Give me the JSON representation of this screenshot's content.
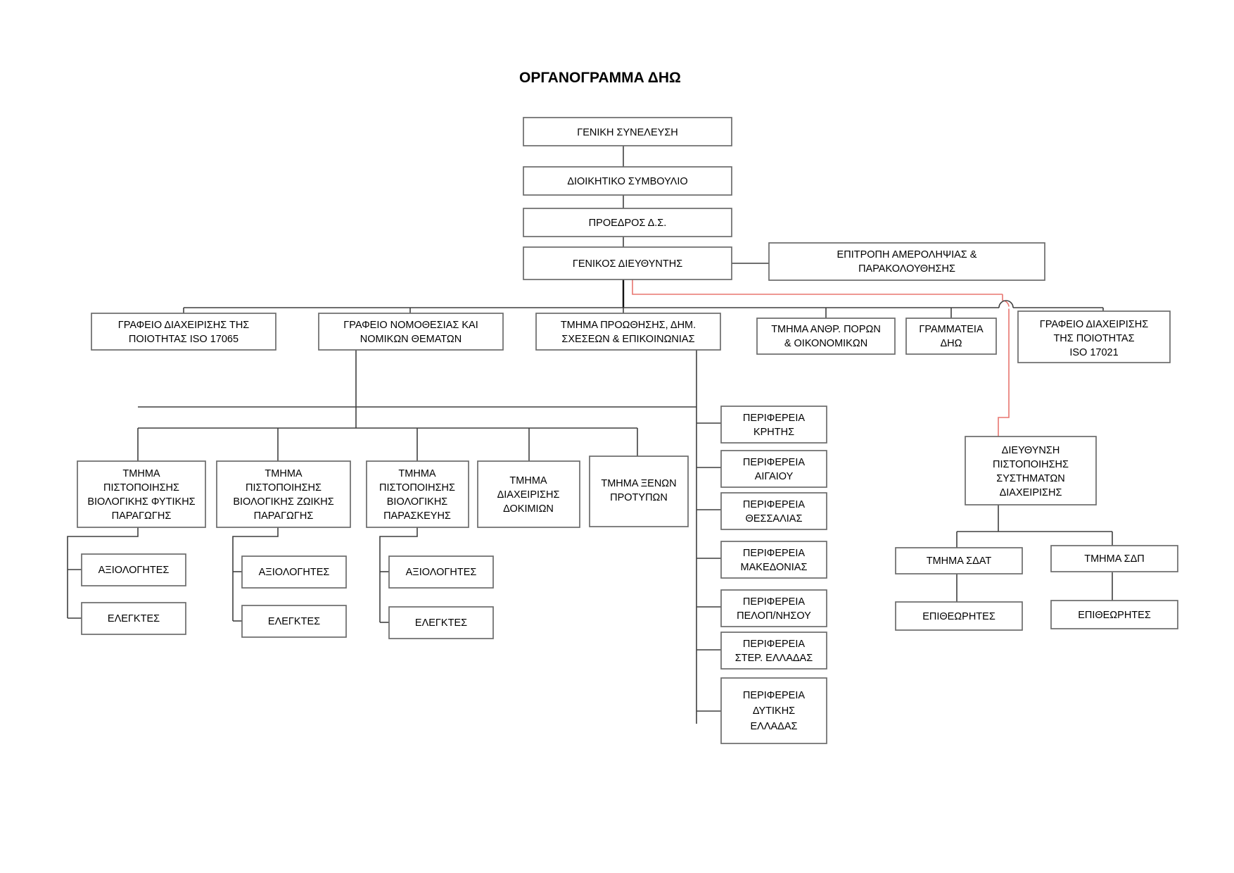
{
  "title": "ΟΡΓΑΝΟΓΡΑΜΜΑ ΔΗΩ",
  "colors": {
    "box_border": "#6b6b6b",
    "link": "#3f3f3f",
    "link_red": "#e8756f",
    "background": "#ffffff",
    "text": "#000000"
  },
  "nodes": {
    "general_assembly": {
      "lines": [
        "ΓΕΝΙΚΗ ΣΥΝΕΛΕΥΣΗ"
      ]
    },
    "board": {
      "lines": [
        "ΔΙΟΙΚΗΤΙΚΟ ΣΥΜΒΟΥΛΙΟ"
      ]
    },
    "president": {
      "lines": [
        "ΠΡΟΕΔΡΟΣ Δ.Σ."
      ]
    },
    "general_director": {
      "lines": [
        "ΓΕΝΙΚΟΣ ΔΙΕΥΘΥΝΤΗΣ"
      ]
    },
    "impartiality_committee": {
      "lines": [
        "ΕΠΙΤΡΟΠΗ ΑΜΕΡΟΛΗΨΙΑΣ &",
        "ΠΑΡΑΚΟΛΟΥΘΗΣΗΣ"
      ]
    },
    "quality_17065": {
      "lines": [
        "ΓΡΑΦΕΙΟ ΔΙΑΧΕΙΡΙΣΗΣ ΤΗΣ",
        "ΠΟΙΟΤΗΤΑΣ ISO 17065"
      ]
    },
    "legal_office": {
      "lines": [
        "ΓΡΑΦΕΙΟ ΝΟΜΟΘΕΣΙΑΣ ΚΑΙ",
        "ΝΟΜΙΚΩΝ ΘΕΜΑΤΩΝ"
      ]
    },
    "promotion_dept": {
      "lines": [
        "ΤΜΗΜΑ ΠΡΟΩΘΗΣΗΣ, ΔΗΜ.",
        "ΣΧΕΣΕΩΝ & ΕΠΙΚΟΙΝΩΝΙΑΣ"
      ]
    },
    "hr_finance_dept": {
      "lines": [
        "ΤΜΗΜΑ  ΑΝΘΡ. ΠΟΡΩΝ",
        "& ΟΙΚΟΝΟΜΙΚΩΝ"
      ]
    },
    "secretariat": {
      "lines": [
        "ΓΡΑΜΜΑΤΕΙΑ",
        "ΔΗΩ"
      ]
    },
    "quality_17021": {
      "lines": [
        "ΓΡΑΦΕΙΟ ΔΙΑΧΕΙΡΙΣΗΣ",
        "ΤΗΣ ΠΟΙΟΤΗΤΑΣ",
        "ISO 17021"
      ]
    },
    "cert_plant": {
      "lines": [
        "ΤΜΗΜΑ",
        "ΠΙΣΤΟΠΟΙΗΣΗΣ",
        "ΒΙΟΛΟΓΙΚΗΣ ΦΥΤΙΚΗΣ",
        "ΠΑΡΑΓΩΓΗΣ"
      ]
    },
    "cert_animal": {
      "lines": [
        "ΤΜΗΜΑ",
        "ΠΙΣΤΟΠΟΙΗΣΗΣ",
        "ΒΙΟΛΟΓΙΚΗΣ ΖΩΙΚΗΣ",
        "ΠΑΡΑΓΩΓΗΣ"
      ]
    },
    "cert_prep": {
      "lines": [
        "ΤΜΗΜΑ",
        "ΠΙΣΤΟΠΟΙΗΣΗΣ",
        "ΒΙΟΛΟΓΙΚΗΣ",
        "ΠΑΡΑΣΚΕΥΗΣ"
      ]
    },
    "samples_dept": {
      "lines": [
        "ΤΜΗΜΑ",
        "ΔΙΑΧΕΙΡΙΣΗΣ",
        "ΔΟΚΙΜΙΩΝ"
      ]
    },
    "foreign_standards": {
      "lines": [
        "ΤΜΗΜΑ ΞΕΝΩΝ",
        "ΠΡΟΤΥΠΩΝ"
      ]
    },
    "evaluators_1": {
      "lines": [
        "ΑΞΙΟΛΟΓΗΤΕΣ"
      ]
    },
    "inspectors_1": {
      "lines": [
        "ΕΛΕΓΚΤΕΣ"
      ]
    },
    "evaluators_2": {
      "lines": [
        "ΑΞΙΟΛΟΓΗΤΕΣ"
      ]
    },
    "inspectors_2": {
      "lines": [
        "ΕΛΕΓΚΤΕΣ"
      ]
    },
    "evaluators_3": {
      "lines": [
        "ΑΞΙΟΛΟΓΗΤΕΣ"
      ]
    },
    "inspectors_3": {
      "lines": [
        "ΕΛΕΓΚΤΕΣ"
      ]
    },
    "region_crete": {
      "lines": [
        "ΠΕΡΙΦΕΡΕΙΑ",
        "ΚΡΗΤΗΣ"
      ]
    },
    "region_aegean": {
      "lines": [
        "ΠΕΡΙΦΕΡΕΙΑ",
        "ΑΙΓΑΙΟΥ"
      ]
    },
    "region_thessaly": {
      "lines": [
        "ΠΕΡΙΦΕΡΕΙΑ",
        "ΘΕΣΣΑΛΙΑΣ"
      ]
    },
    "region_macedonia": {
      "lines": [
        "ΠΕΡΙΦΕΡΕΙΑ",
        "ΜΑΚΕΔΟΝΙΑΣ"
      ]
    },
    "region_peloponnese": {
      "lines": [
        "ΠΕΡΙΦΕΡΕΙΑ",
        "ΠΕΛΟΠ/ΝΗΣΟΥ"
      ]
    },
    "region_central_greece": {
      "lines": [
        "ΠΕΡΙΦΕΡΕΙΑ",
        "ΣΤΕΡ. ΕΛΛΑΔΑΣ"
      ]
    },
    "region_west_greece": {
      "lines": [
        "ΠΕΡΙΦΕΡΕΙΑ",
        "ΔΥΤΙΚΗΣ",
        "ΕΛΛΑΔΑΣ"
      ]
    },
    "mgmt_systems_dir": {
      "lines": [
        "ΔΙΕΥΘΥΝΣΗ",
        "ΠΙΣΤΟΠΟΙΗΣΗΣ",
        "ΣΥΣΤΗΜΑΤΩΝ",
        "ΔΙΑΧΕΙΡΙΣΗΣ"
      ]
    },
    "dept_sdat": {
      "lines": [
        "ΤΜΗΜΑ ΣΔΑΤ"
      ]
    },
    "dept_sdp": {
      "lines": [
        "ΤΜΗΜΑ ΣΔΠ"
      ]
    },
    "auditors_sdat": {
      "lines": [
        "ΕΠΙΘΕΩΡΗΤΕΣ"
      ]
    },
    "auditors_sdp": {
      "lines": [
        "ΕΠΙΘΕΩΡΗΤΕΣ"
      ]
    }
  },
  "chart_data": {
    "type": "diagram",
    "diagram_kind": "organizational-chart",
    "title": "ΟΡΓΑΝΟΓΡΑΜΜΑ ΔΗΩ",
    "hierarchy": [
      {
        "id": "general_assembly",
        "label": "ΓΕΝΙΚΗ ΣΥΝΕΛΕΥΣΗ",
        "level": 0,
        "parent": null
      },
      {
        "id": "board",
        "label": "ΔΙΟΙΚΗΤΙΚΟ ΣΥΜΒΟΥΛΙΟ",
        "level": 1,
        "parent": "general_assembly"
      },
      {
        "id": "president",
        "label": "ΠΡΟΕΔΡΟΣ Δ.Σ.",
        "level": 2,
        "parent": "board"
      },
      {
        "id": "general_director",
        "label": "ΓΕΝΙΚΟΣ ΔΙΕΥΘΥΝΤΗΣ",
        "level": 3,
        "parent": "president"
      },
      {
        "id": "impartiality_committee",
        "label": "ΕΠΙΤΡΟΠΗ ΑΜΕΡΟΛΗΨΙΑΣ & ΠΑΡΑΚΟΛΟΥΘΗΣΗΣ",
        "level": 3,
        "parent": "general_director",
        "relation": "lateral"
      },
      {
        "id": "quality_17065",
        "label": "ΓΡΑΦΕΙΟ ΔΙΑΧΕΙΡΙΣΗΣ ΤΗΣ ΠΟΙΟΤΗΤΑΣ ISO 17065",
        "level": 4,
        "parent": "general_director"
      },
      {
        "id": "legal_office",
        "label": "ΓΡΑΦΕΙΟ ΝΟΜΟΘΕΣΙΑΣ ΚΑΙ ΝΟΜΙΚΩΝ ΘΕΜΑΤΩΝ",
        "level": 4,
        "parent": "general_director"
      },
      {
        "id": "promotion_dept",
        "label": "ΤΜΗΜΑ ΠΡΟΩΘΗΣΗΣ, ΔΗΜ. ΣΧΕΣΕΩΝ & ΕΠΙΚΟΙΝΩΝΙΑΣ",
        "level": 4,
        "parent": "general_director"
      },
      {
        "id": "hr_finance_dept",
        "label": "ΤΜΗΜΑ  ΑΝΘΡ. ΠΟΡΩΝ & ΟΙΚΟΝΟΜΙΚΩΝ",
        "level": 4,
        "parent": "general_director"
      },
      {
        "id": "secretariat",
        "label": "ΓΡΑΜΜΑΤΕΙΑ ΔΗΩ",
        "level": 4,
        "parent": "general_director"
      },
      {
        "id": "quality_17021",
        "label": "ΓΡΑΦΕΙΟ ΔΙΑΧΕΙΡΙΣΗΣ ΤΗΣ ΠΟΙΟΤΗΤΑΣ ISO 17021",
        "level": 4,
        "parent": "general_director"
      },
      {
        "id": "cert_plant",
        "label": "ΤΜΗΜΑ ΠΙΣΤΟΠΟΙΗΣΗΣ ΒΙΟΛΟΓΙΚΗΣ ΦΥΤΙΚΗΣ ΠΑΡΑΓΩΓΗΣ",
        "level": 5,
        "parent": "legal_office"
      },
      {
        "id": "cert_animal",
        "label": "ΤΜΗΜΑ ΠΙΣΤΟΠΟΙΗΣΗΣ ΒΙΟΛΟΓΙΚΗΣ ΖΩΙΚΗΣ ΠΑΡΑΓΩΓΗΣ",
        "level": 5,
        "parent": "legal_office"
      },
      {
        "id": "cert_prep",
        "label": "ΤΜΗΜΑ ΠΙΣΤΟΠΟΙΗΣΗΣ ΒΙΟΛΟΓΙΚΗΣ ΠΑΡΑΣΚΕΥΗΣ",
        "level": 5,
        "parent": "legal_office"
      },
      {
        "id": "samples_dept",
        "label": "ΤΜΗΜΑ ΔΙΑΧΕΙΡΙΣΗΣ ΔΟΚΙΜΙΩΝ",
        "level": 5,
        "parent": "legal_office"
      },
      {
        "id": "foreign_standards",
        "label": "ΤΜΗΜΑ ΞΕΝΩΝ ΠΡΟΤΥΠΩΝ",
        "level": 5,
        "parent": "legal_office"
      },
      {
        "id": "evaluators_1",
        "label": "ΑΞΙΟΛΟΓΗΤΕΣ",
        "level": 6,
        "parent": "cert_plant"
      },
      {
        "id": "inspectors_1",
        "label": "ΕΛΕΓΚΤΕΣ",
        "level": 7,
        "parent": "cert_plant"
      },
      {
        "id": "evaluators_2",
        "label": "ΑΞΙΟΛΟΓΗΤΕΣ",
        "level": 6,
        "parent": "cert_animal"
      },
      {
        "id": "inspectors_2",
        "label": "ΕΛΕΓΚΤΕΣ",
        "level": 7,
        "parent": "cert_animal"
      },
      {
        "id": "evaluators_3",
        "label": "ΑΞΙΟΛΟΓΗΤΕΣ",
        "level": 6,
        "parent": "cert_prep"
      },
      {
        "id": "inspectors_3",
        "label": "ΕΛΕΓΚΤΕΣ",
        "level": 7,
        "parent": "cert_prep"
      },
      {
        "id": "region_crete",
        "label": "ΠΕΡΙΦΕΡΕΙΑ ΚΡΗΤΗΣ",
        "level": 5,
        "parent": "promotion_dept"
      },
      {
        "id": "region_aegean",
        "label": "ΠΕΡΙΦΕΡΕΙΑ ΑΙΓΑΙΟΥ",
        "level": 5,
        "parent": "promotion_dept"
      },
      {
        "id": "region_thessaly",
        "label": "ΠΕΡΙΦΕΡΕΙΑ ΘΕΣΣΑΛΙΑΣ",
        "level": 5,
        "parent": "promotion_dept"
      },
      {
        "id": "region_macedonia",
        "label": "ΠΕΡΙΦΕΡΕΙΑ ΜΑΚΕΔΟΝΙΑΣ",
        "level": 5,
        "parent": "promotion_dept"
      },
      {
        "id": "region_peloponnese",
        "label": "ΠΕΡΙΦΕΡΕΙΑ ΠΕΛΟΠ/ΝΗΣΟΥ",
        "level": 5,
        "parent": "promotion_dept"
      },
      {
        "id": "region_central_greece",
        "label": "ΠΕΡΙΦΕΡΕΙΑ ΣΤΕΡ. ΕΛΛΑΔΑΣ",
        "level": 5,
        "parent": "promotion_dept"
      },
      {
        "id": "region_west_greece",
        "label": "ΠΕΡΙΦΕΡΕΙΑ ΔΥΤΙΚΗΣ ΕΛΛΑΔΑΣ",
        "level": 5,
        "parent": "promotion_dept"
      },
      {
        "id": "mgmt_systems_dir",
        "label": "ΔΙΕΥΘΥΝΣΗ ΠΙΣΤΟΠΟΙΗΣΗΣ ΣΥΣΤΗΜΑΤΩΝ ΔΙΑΧΕΙΡΙΣΗΣ",
        "level": 5,
        "parent": "general_director",
        "edge_color": "#e8756f"
      },
      {
        "id": "dept_sdat",
        "label": "ΤΜΗΜΑ ΣΔΑΤ",
        "level": 6,
        "parent": "mgmt_systems_dir"
      },
      {
        "id": "dept_sdp",
        "label": "ΤΜΗΜΑ ΣΔΠ",
        "level": 6,
        "parent": "mgmt_systems_dir"
      },
      {
        "id": "auditors_sdat",
        "label": "ΕΠΙΘΕΩΡΗΤΕΣ",
        "level": 7,
        "parent": "dept_sdat"
      },
      {
        "id": "auditors_sdp",
        "label": "ΕΠΙΘΕΩΡΗΤΕΣ",
        "level": 7,
        "parent": "dept_sdp"
      }
    ]
  }
}
